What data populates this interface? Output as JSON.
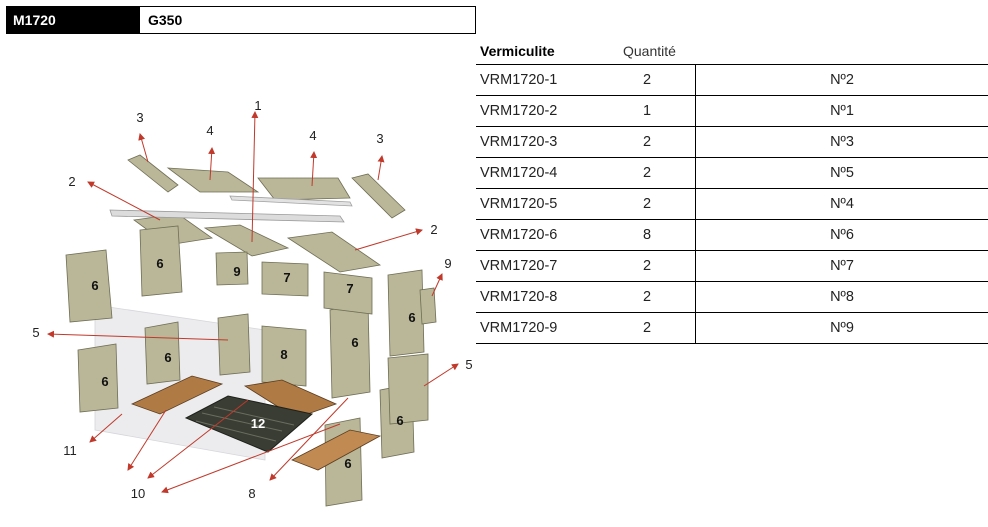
{
  "header": {
    "code": "M1720",
    "model": "G350"
  },
  "table": {
    "col1_header": "Vermiculite",
    "col2_header": "Quantité",
    "rows": [
      {
        "ref": "VRM1720-1",
        "qty": "2",
        "num": "Nº2"
      },
      {
        "ref": "VRM1720-2",
        "qty": "1",
        "num": "Nº1"
      },
      {
        "ref": "VRM1720-3",
        "qty": "2",
        "num": "Nº3"
      },
      {
        "ref": "VRM1720-4",
        "qty": "2",
        "num": "Nº5"
      },
      {
        "ref": "VRM1720-5",
        "qty": "2",
        "num": "Nº4"
      },
      {
        "ref": "VRM1720-6",
        "qty": "8",
        "num": "Nº6"
      },
      {
        "ref": "VRM1720-7",
        "qty": "2",
        "num": "Nº7"
      },
      {
        "ref": "VRM1720-8",
        "qty": "2",
        "num": "Nº8"
      },
      {
        "ref": "VRM1720-9",
        "qty": "2",
        "num": "Nº9"
      }
    ]
  },
  "diagram": {
    "callouts": {
      "c1": "1",
      "c2a": "2",
      "c2b": "2",
      "c3a": "3",
      "c3b": "3",
      "c4a": "4",
      "c4b": "4",
      "c5a": "5",
      "c5b": "5",
      "c8": "8",
      "c9": "9",
      "c10": "10",
      "c11": "11"
    },
    "parts": {
      "p6a": "6",
      "p6b": "6",
      "p6c": "6",
      "p6d": "6",
      "p6e": "6",
      "p6f": "6",
      "p6g": "6",
      "p6h": "6",
      "p7a": "7",
      "p7b": "7",
      "p8": "8",
      "p9": "9",
      "p12": "12"
    }
  }
}
